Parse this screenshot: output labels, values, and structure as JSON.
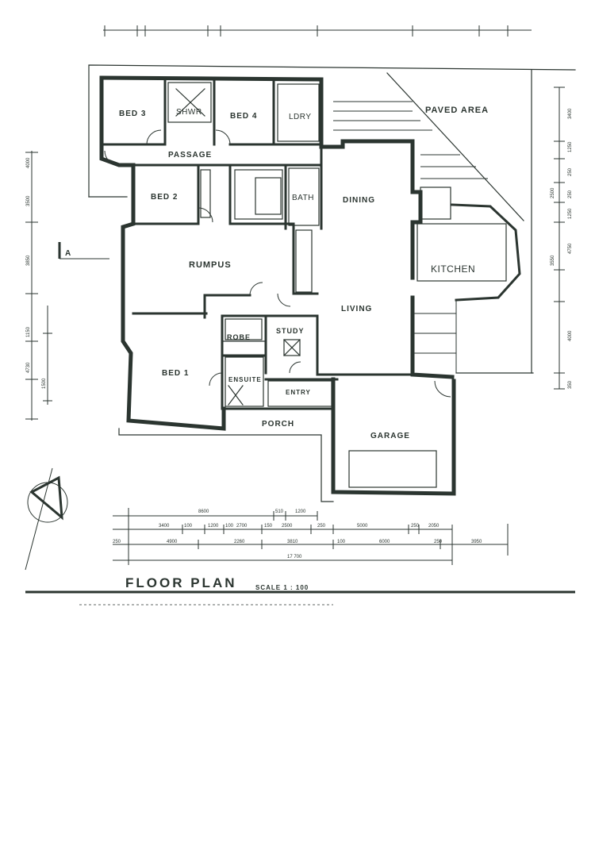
{
  "rooms": {
    "bed3": "BED 3",
    "shower": "SHWR",
    "bed4": "BED 4",
    "laundry": "LDRY",
    "paved_area": "PAVED  AREA",
    "passage": "PASSAGE",
    "bed2": "BED 2",
    "bath": "BATH",
    "dining": "DINING",
    "rumpus": "RUMPUS",
    "kitchen": "KITCHEN",
    "living": "LIVING",
    "robe": "ROBE",
    "study": "STUDY",
    "bed1": "BED 1",
    "ensuite": "ENSUITE",
    "entry": "ENTRY",
    "porch": "PORCH",
    "garage": "GARAGE"
  },
  "section_marker": "A",
  "title": {
    "main": "FLOOR  PLAN",
    "scale": "SCALE  1 : 100"
  },
  "dimensions": {
    "row1": [
      "8600",
      "510",
      "1200"
    ],
    "row2": [
      "3400",
      "100",
      "1200",
      "100",
      "2700",
      "150",
      "2500",
      "250",
      "5000",
      "250",
      "2050"
    ],
    "row3": [
      "250",
      "4900",
      "2260",
      "3810",
      "100",
      "6000",
      "250",
      "3950"
    ],
    "total": "17 700",
    "side_right": [
      "3400",
      "1250",
      "250",
      "2500",
      "250",
      "1250",
      "4750",
      "3550",
      "4000",
      "350"
    ],
    "side_left": [
      "4000",
      "3500",
      "3850",
      "1150",
      "4730",
      "1500"
    ]
  },
  "colors": {
    "ink": "#2b3530",
    "paper": "#ffffff"
  }
}
